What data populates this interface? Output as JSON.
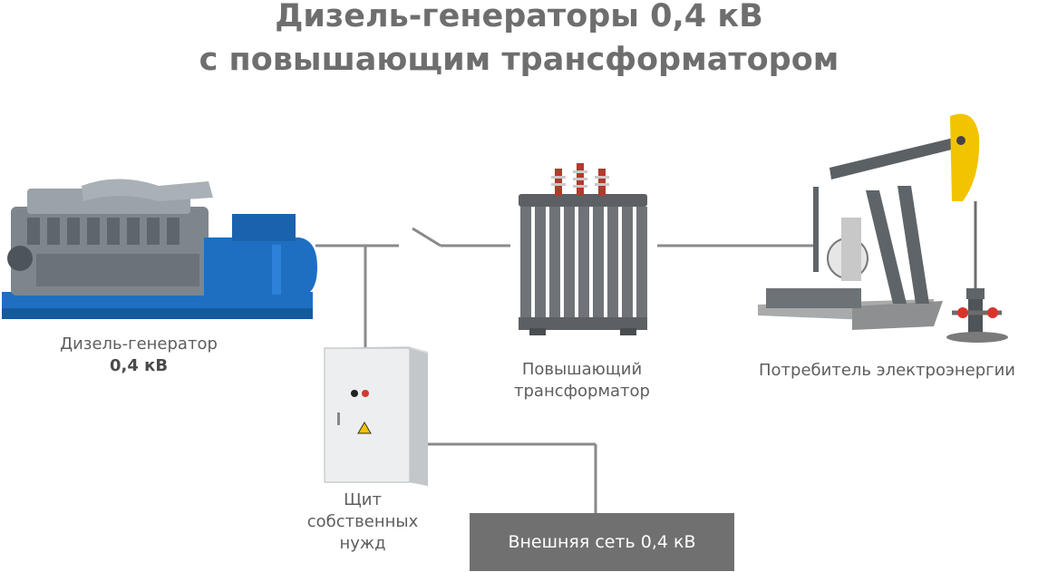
{
  "title": {
    "line1": "Дизель-генераторы 0,4 кВ",
    "line2": "с повышающим трансформатором"
  },
  "nodes": {
    "generator": {
      "label": "Дизель-генератор",
      "sublabel": "0,4 кВ"
    },
    "transformer": {
      "line1": "Повышающий",
      "line2": "трансформатор"
    },
    "consumer": {
      "label": "Потребитель электроэнергии"
    },
    "panel": {
      "line1": "Щит",
      "line2": "собственных",
      "line3": "нужд"
    },
    "external_grid": {
      "label": "Внешняя сеть 0,4 кВ"
    }
  },
  "colors": {
    "title": "#6e6e6e",
    "line": "#8a8a8a",
    "box": "#707070",
    "generator_blue": "#1e6fc2",
    "engine_gray": "#7d868c",
    "transformer_gray": "#6f7378",
    "pump_gray": "#5f6468",
    "pump_yellow": "#f2c400",
    "insulator_red": "#b23a2e"
  }
}
